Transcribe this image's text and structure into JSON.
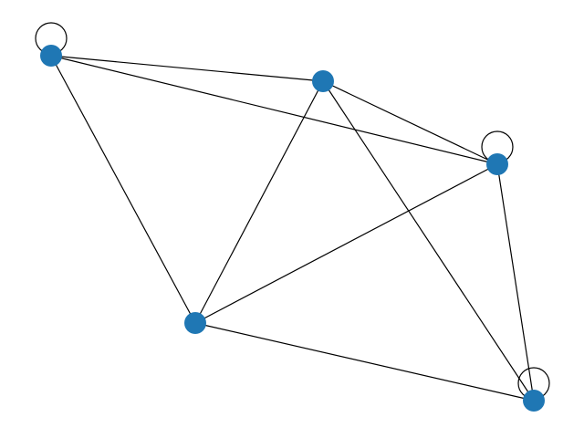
{
  "graph": {
    "node_color": "#1f77b4",
    "edge_color": "#000000",
    "nodes": [
      {
        "id": "n0",
        "self_loop": true
      },
      {
        "id": "n1",
        "self_loop": false
      },
      {
        "id": "n2",
        "self_loop": true
      },
      {
        "id": "n3",
        "self_loop": false
      },
      {
        "id": "n4",
        "self_loop": true
      }
    ],
    "edges": [
      [
        "n0",
        "n1"
      ],
      [
        "n0",
        "n2"
      ],
      [
        "n0",
        "n3"
      ],
      [
        "n1",
        "n2"
      ],
      [
        "n1",
        "n3"
      ],
      [
        "n1",
        "n4"
      ],
      [
        "n2",
        "n3"
      ],
      [
        "n2",
        "n4"
      ],
      [
        "n3",
        "n4"
      ]
    ]
  }
}
